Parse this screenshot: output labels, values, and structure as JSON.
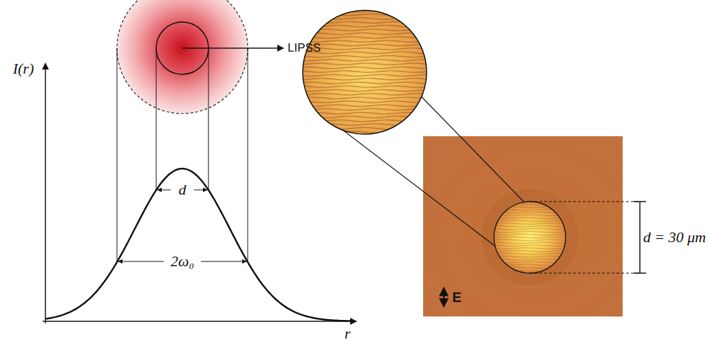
{
  "diagram": {
    "labels": [
      "LIPSS",
      "I(r)",
      "d",
      "2ω₀",
      "r",
      "d = 30 μm",
      "E"
    ]
  }
}
